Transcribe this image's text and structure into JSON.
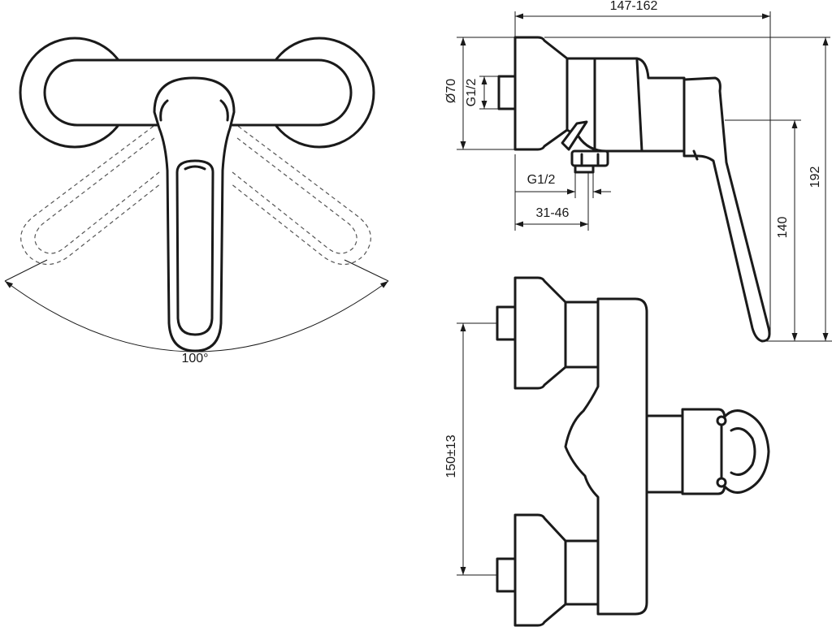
{
  "colors": {
    "line": "#1a1a1a",
    "hidden_line": "#555555",
    "background": "#ffffff"
  },
  "dimensions": {
    "lever_rotation": "100°",
    "overall_depth": "147-162",
    "escutcheon_diameter": "Ø70",
    "inlet_thread": "G1/2",
    "outlet_thread": "G1/2",
    "outlet_offset": "31-46",
    "lever_height": "140",
    "overall_height": "192",
    "inlet_centres": "150±13"
  }
}
